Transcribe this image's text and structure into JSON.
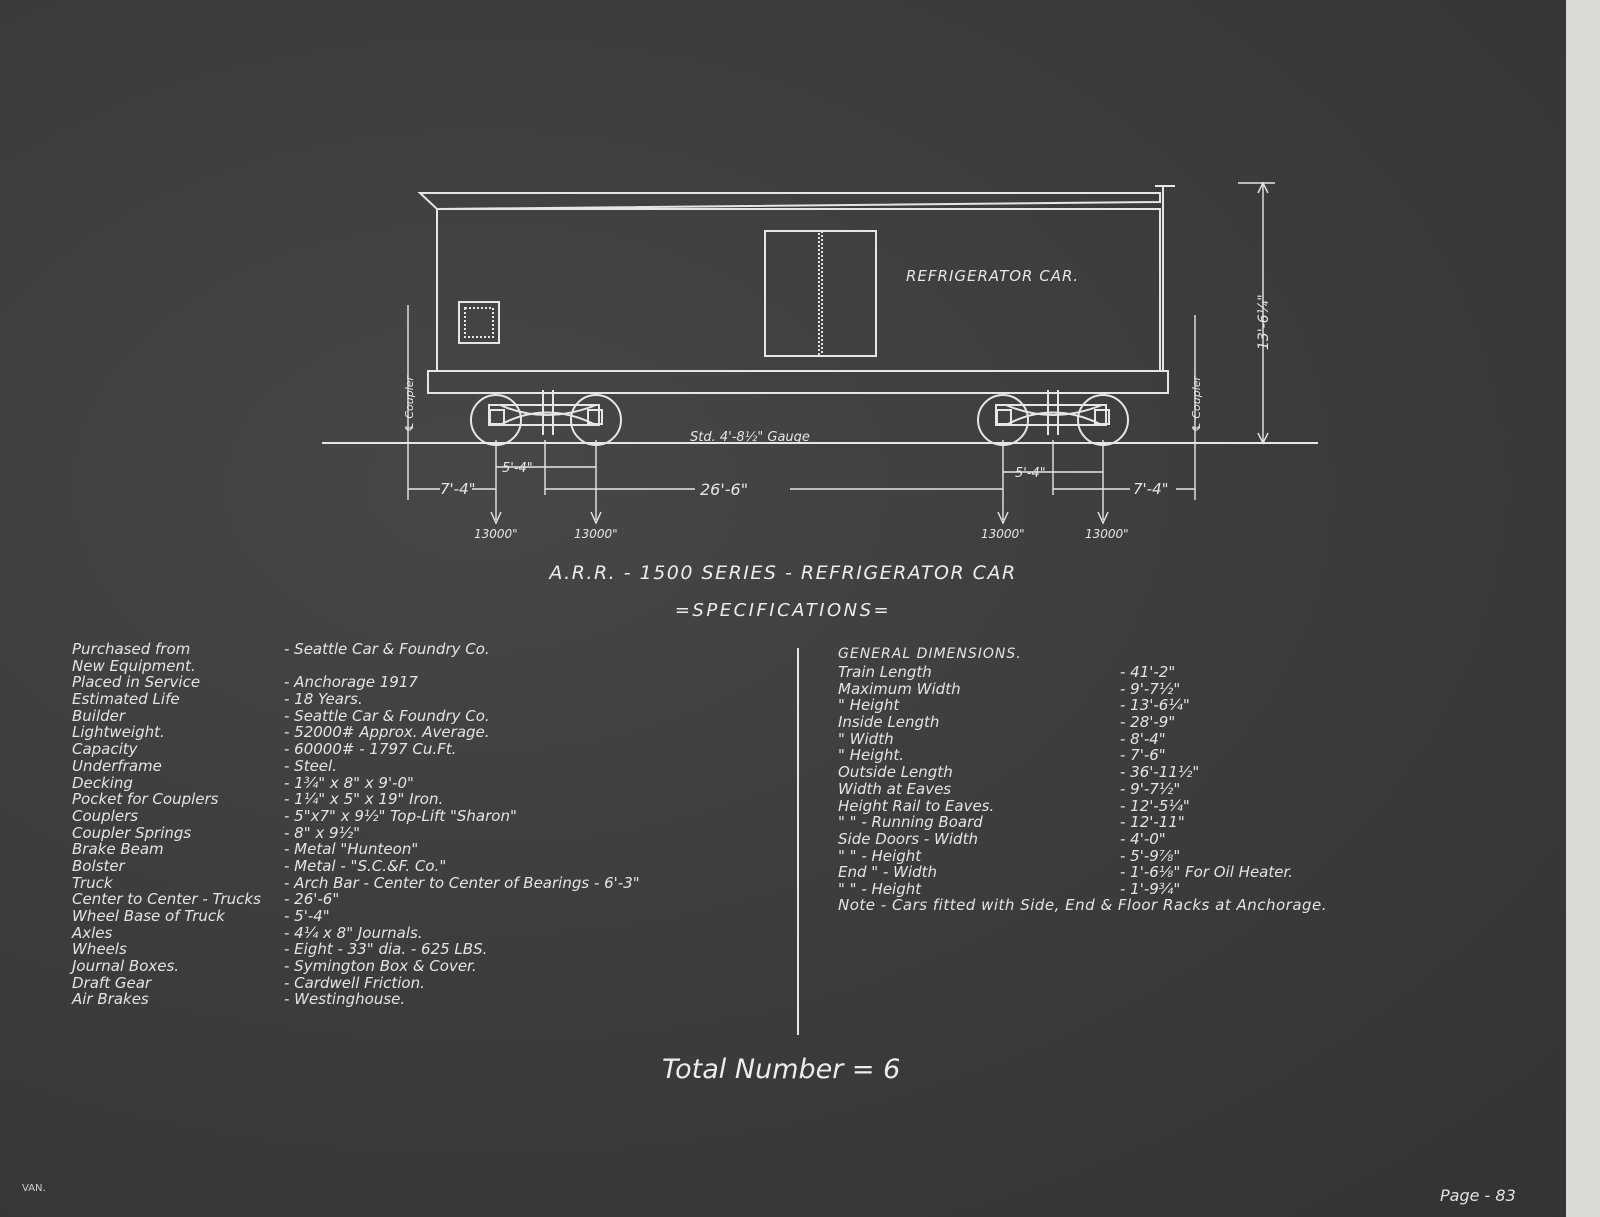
{
  "drawing": {
    "car_label": "REFRIGERATOR CAR.",
    "height_dim": "13'-6¼\"",
    "coupler_left": "℄ Coupler",
    "coupler_right": "℄ Coupler",
    "gauge": "Std. 4'-8½\" Gauge",
    "truck_wheelbase_left": "5'-4\"",
    "truck_wheelbase_right": "5'-4\"",
    "overhang_left": "7'-4\"",
    "overhang_right": "7'-4\"",
    "truck_centers": "26'-6\"",
    "loads": [
      "13000\"",
      "13000\"",
      "13000\"",
      "13000\""
    ]
  },
  "title": "A.R.R. - 1500 SERIES - REFRIGERATOR CAR",
  "subtitle": "=SPECIFICATIONS=",
  "specs_left": [
    {
      "label": "Purchased from",
      "value": "- Seattle Car & Foundry Co."
    },
    {
      "label": "New Equipment.",
      "value": ""
    },
    {
      "label": "Placed in Service",
      "value": "- Anchorage 1917"
    },
    {
      "label": "Estimated Life",
      "value": "- 18 Years."
    },
    {
      "label": "Builder",
      "value": "- Seattle Car & Foundry Co."
    },
    {
      "label": "Lightweight.",
      "value": "- 52000# Approx. Average."
    },
    {
      "label": "Capacity",
      "value": "- 60000# - 1797 Cu.Ft."
    },
    {
      "label": "Underframe",
      "value": "- Steel."
    },
    {
      "label": "Decking",
      "value": "- 1¾\" x 8\" x 9'-0\""
    },
    {
      "label": "Pocket for Couplers",
      "value": "- 1¼\" x 5\" x 19\" Iron."
    },
    {
      "label": "Couplers",
      "value": "- 5\"x7\" x 9½\" Top-Lift \"Sharon\""
    },
    {
      "label": "Coupler Springs",
      "value": "- 8\" x 9½\""
    },
    {
      "label": "Brake Beam",
      "value": "- Metal \"Hunteon\""
    },
    {
      "label": "Bolster",
      "value": "- Metal - \"S.C.&F. Co.\""
    },
    {
      "label": "Truck",
      "value": "- Arch Bar - Center to Center of Bearings - 6'-3\""
    },
    {
      "label": "Center to Center - Trucks",
      "value": "- 26'-6\""
    },
    {
      "label": "Wheel Base of Truck",
      "value": "- 5'-4\""
    },
    {
      "label": "Axles",
      "value": "- 4¼ x 8\" Journals."
    },
    {
      "label": "Wheels",
      "value": "- Eight - 33\" dia. - 625 LBS."
    },
    {
      "label": "Journal Boxes.",
      "value": "- Symington Box & Cover."
    },
    {
      "label": "Draft Gear",
      "value": "- Cardwell Friction."
    },
    {
      "label": "Air Brakes",
      "value": "- Westinghouse."
    }
  ],
  "specs_right_heading": "GENERAL DIMENSIONS.",
  "specs_right": [
    {
      "label": "Train Length",
      "value": "- 41'-2\""
    },
    {
      "label": "Maximum Width",
      "value": "- 9'-7½\""
    },
    {
      "label": "\" Height",
      "value": "- 13'-6¼\""
    },
    {
      "label": "Inside Length",
      "value": "- 28'-9\""
    },
    {
      "label": "\" Width",
      "value": "- 8'-4\""
    },
    {
      "label": "\" Height.",
      "value": "- 7'-6\""
    },
    {
      "label": "Outside Length",
      "value": "- 36'-11½\""
    },
    {
      "label": "Width at Eaves",
      "value": "- 9'-7½\""
    },
    {
      "label": "Height Rail to Eaves.",
      "value": "- 12'-5¼\""
    },
    {
      "label": "\" \" - Running Board",
      "value": "- 12'-11\""
    },
    {
      "label": "Side Doors - Width",
      "value": "- 4'-0\""
    },
    {
      "label": "\" \" - Height",
      "value": "- 5'-9⅞\""
    },
    {
      "label": "End \" - Width",
      "value": "- 1'-6⅛\" For Oil Heater."
    },
    {
      "label": "\" \" - Height",
      "value": "- 1'-9¾\""
    }
  ],
  "note": "Note - Cars fitted with Side, End & Floor Racks at Anchorage.",
  "total": "Total Number = 6",
  "corner_left": "VAN.",
  "page": "Page - 83",
  "colors": {
    "board": "#3d3d3d",
    "ink": "#e6e6e6",
    "border": "#d9d9d6"
  }
}
